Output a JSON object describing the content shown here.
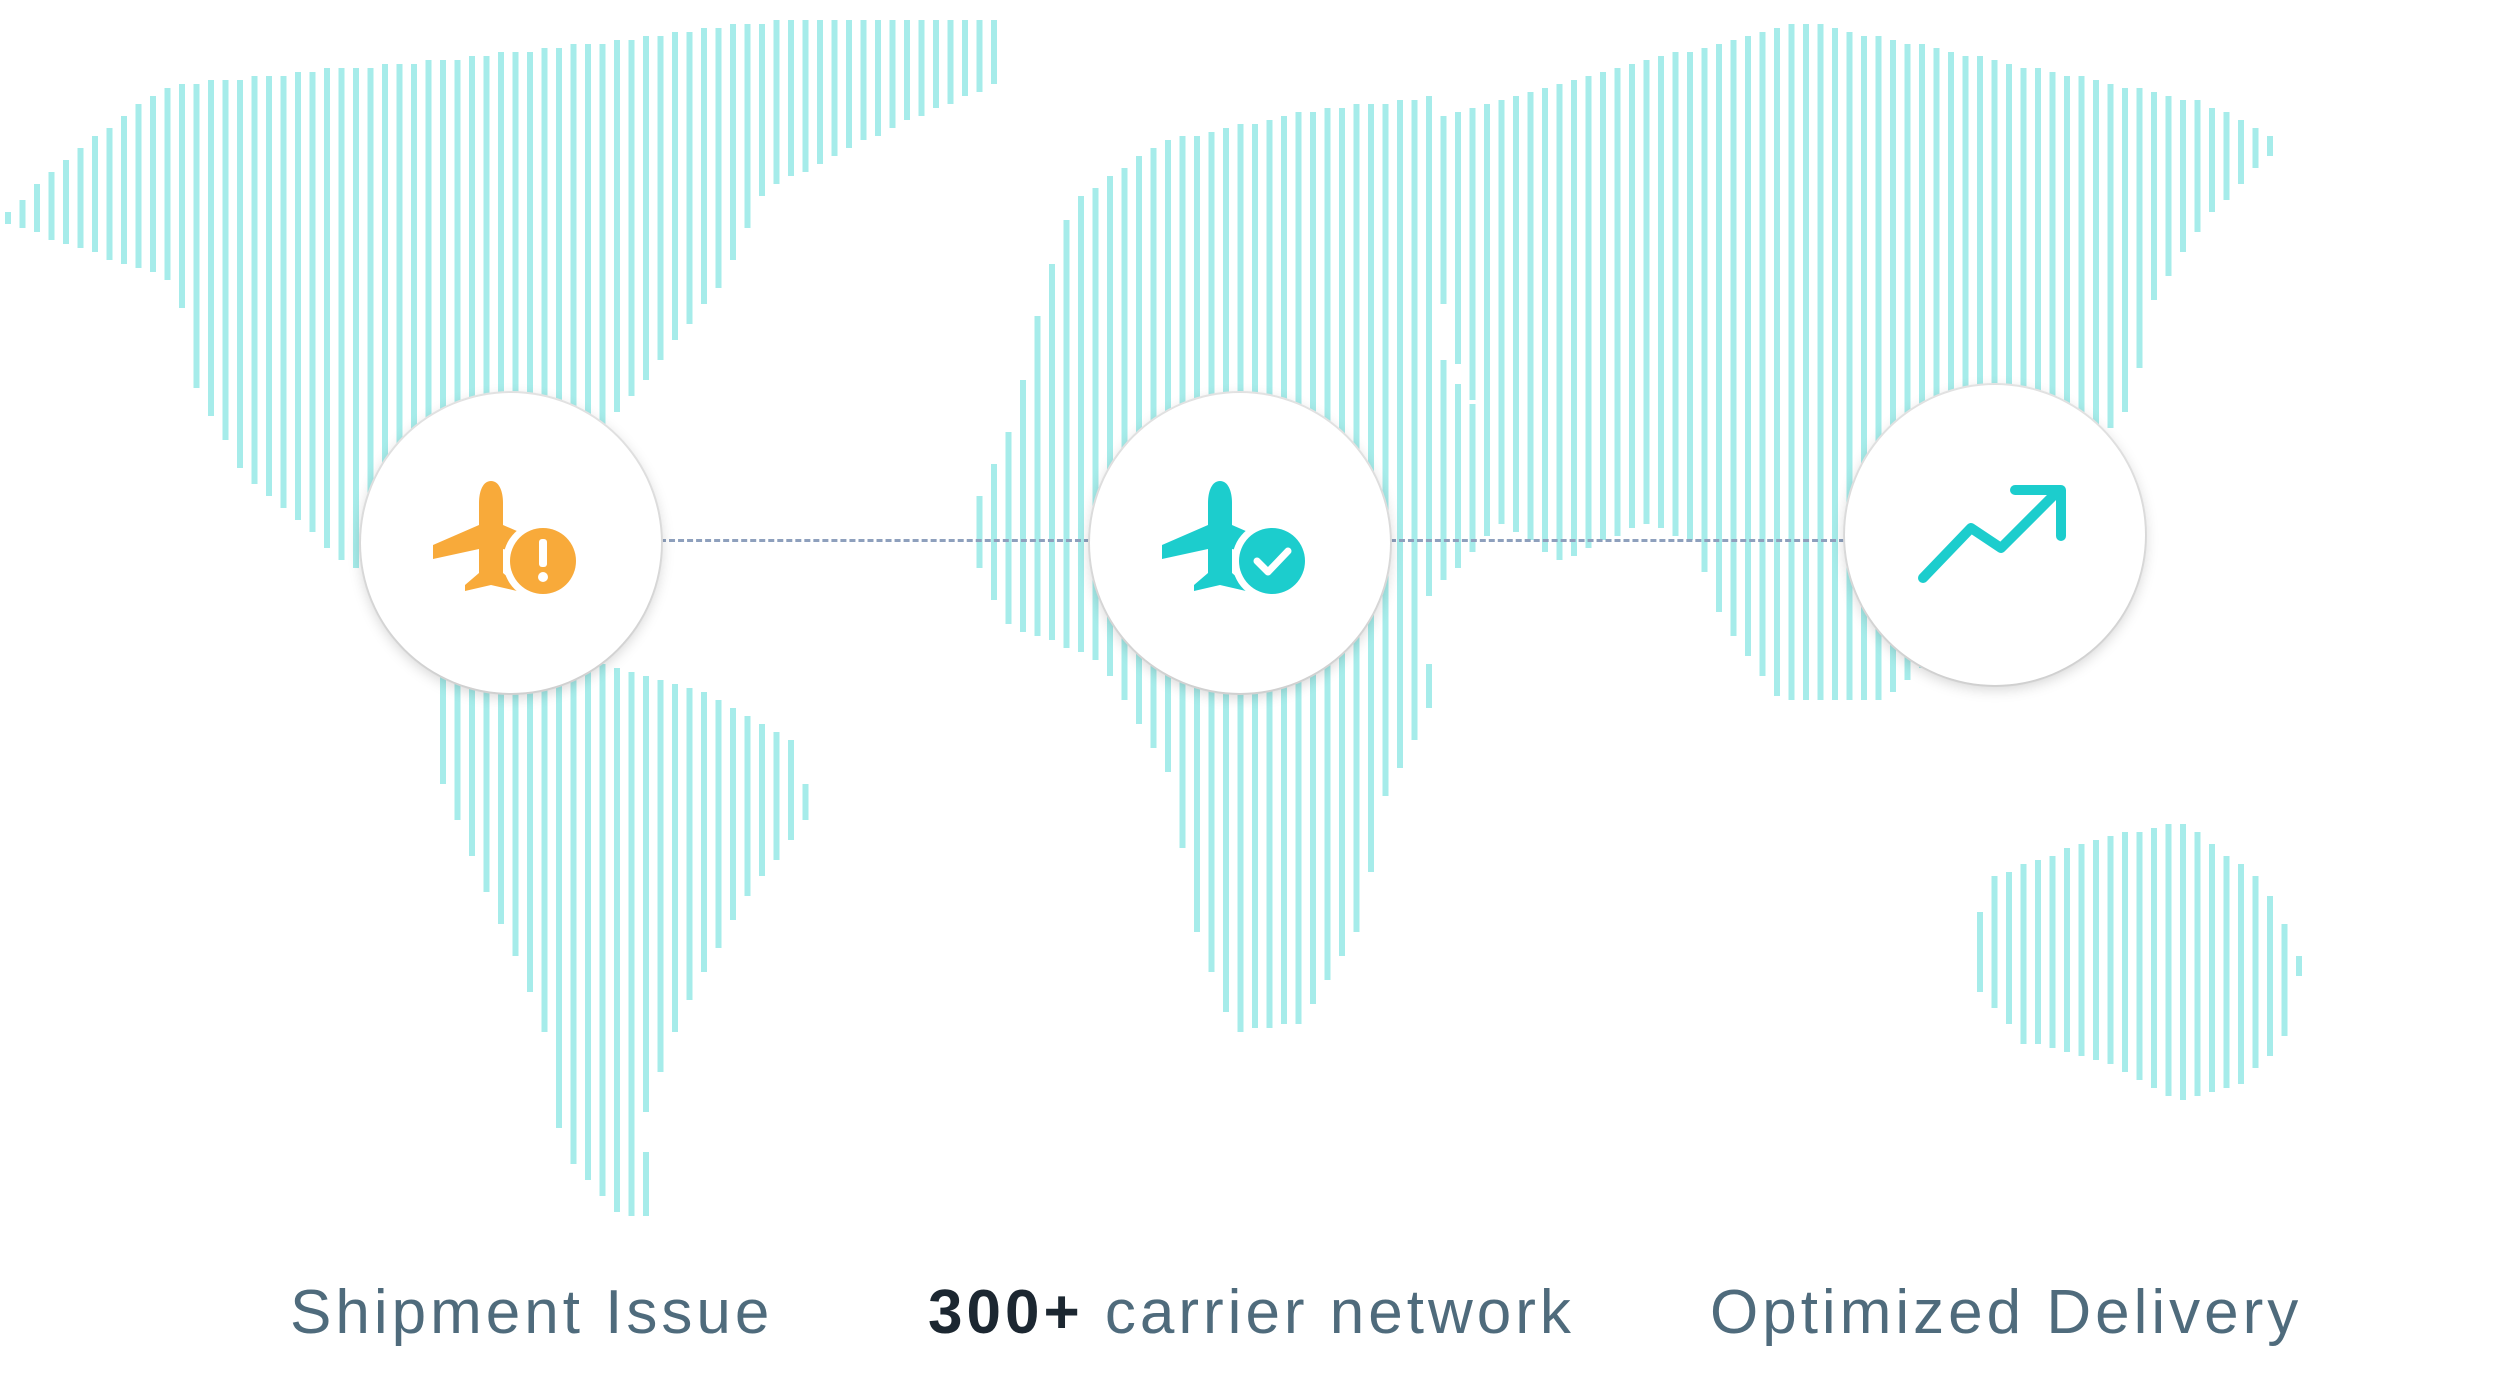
{
  "colors": {
    "map_bars": "#a6ecea",
    "accent_teal": "#1ccdcd",
    "accent_orange": "#f8aa3a",
    "label_text": "#4f6b7c",
    "label_strong": "#1c2731",
    "connector": "#8ea0bd"
  },
  "steps": [
    {
      "icon": "plane-alert-icon",
      "label": "Shipment Issue"
    },
    {
      "icon": "plane-check-icon",
      "label_strong": "300+",
      "label": "carrier network"
    },
    {
      "icon": "trending-up-icon",
      "label": "Optimized Delivery"
    }
  ]
}
